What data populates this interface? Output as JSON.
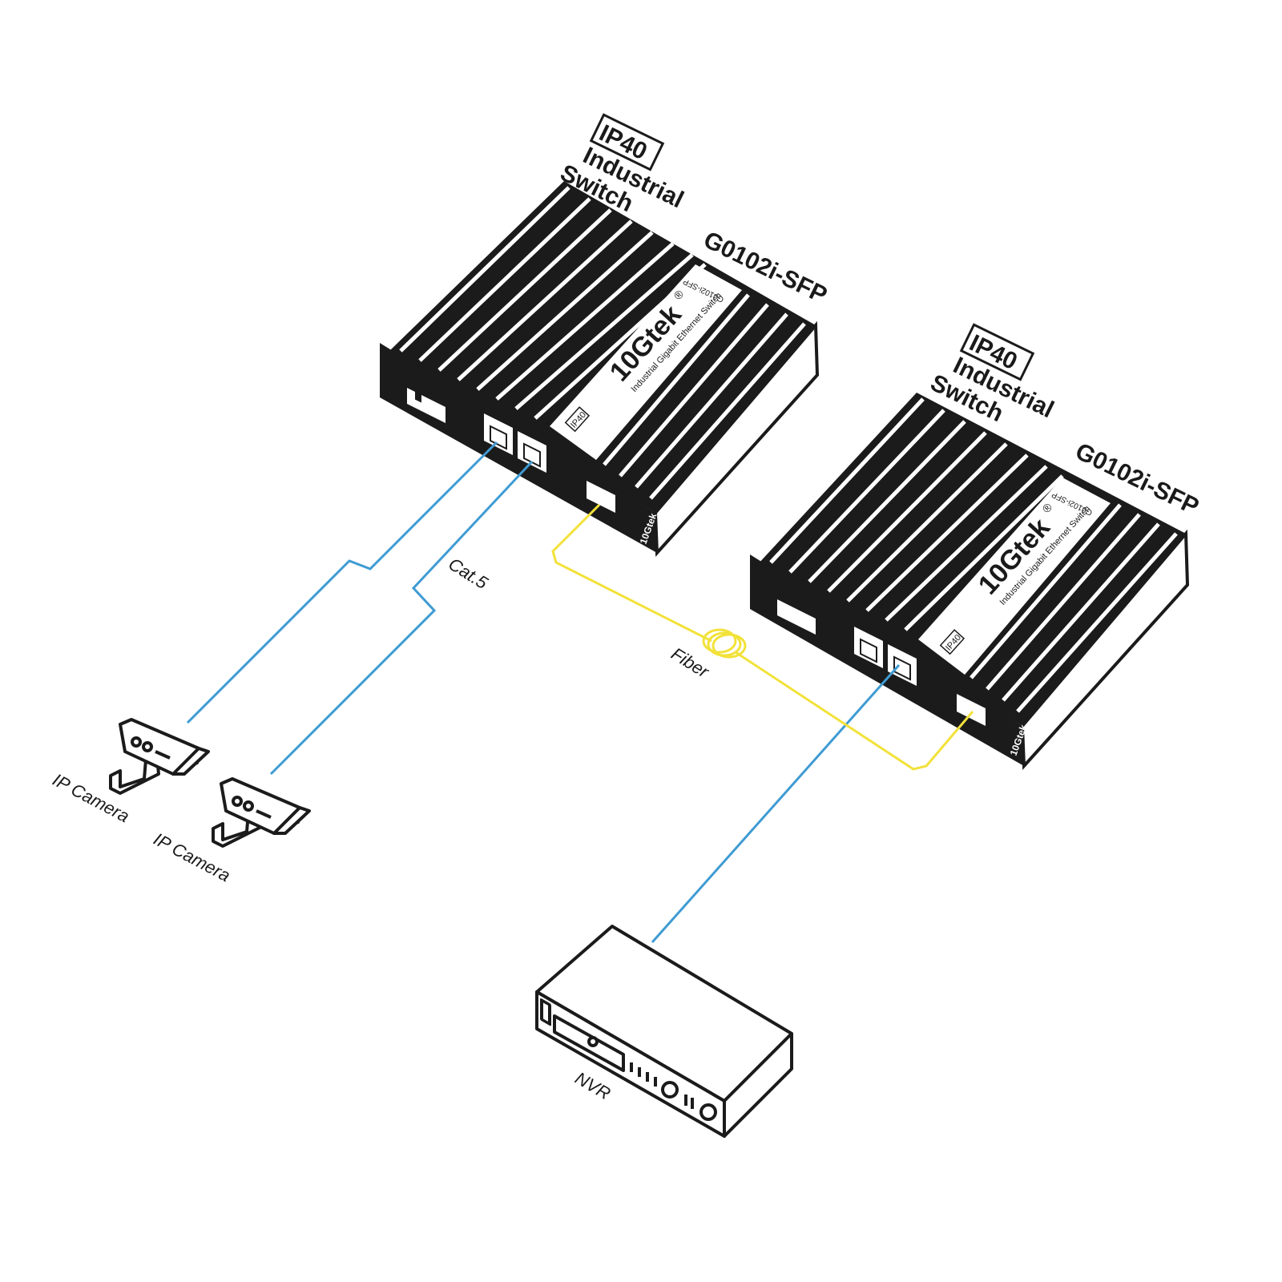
{
  "switch_left": {
    "badge": "IP40",
    "line1": "Industrial",
    "line2": "Switch",
    "model": "G0102i-SFP",
    "brand": "10Gtek",
    "registered": "®",
    "subtitle": "Industrial Gigabit Ethernet Switch",
    "small_model": "G0102i-SFP",
    "panel_badge": "IP40",
    "front_brand": "10Gtek"
  },
  "switch_right": {
    "badge": "IP40",
    "line1": "Industrial",
    "line2": "Switch",
    "model": "G0102i-SFP",
    "brand": "10Gtek",
    "registered": "®",
    "subtitle": "Industrial Gigabit Ethernet Switch",
    "small_model": "G0102i-SFP",
    "panel_badge": "IP40",
    "front_brand": "10Gtek"
  },
  "labels": {
    "cable": "Cat.5",
    "fiber": "Fiber",
    "camera1": "IP Camera",
    "camera2": "IP Camera",
    "nvr": "NVR"
  },
  "colors": {
    "ethernet": "#3f9bd3",
    "fiber": "#f2e23a",
    "device": "#1b1b1b"
  },
  "icons": [
    "ip-camera-icon",
    "nvr-icon",
    "switch-icon",
    "fiber-coil-icon"
  ]
}
